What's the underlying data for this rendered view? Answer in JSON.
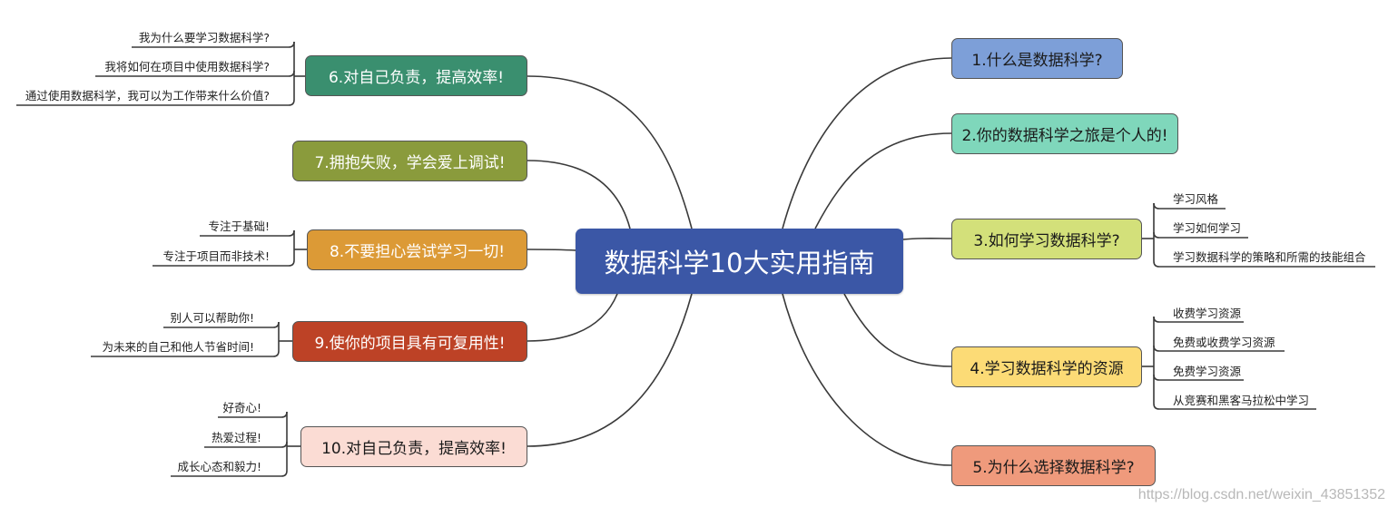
{
  "central": {
    "label": "数据科学10大实用指南",
    "color": "#3b57a6"
  },
  "branches": [
    {
      "id": "b1",
      "label": "1.什么是数据科学?",
      "color": "#7d9fd8",
      "children": []
    },
    {
      "id": "b2",
      "label": "2.你的数据科学之旅是个人的!",
      "color": "#7fd7bb",
      "children": []
    },
    {
      "id": "b3",
      "label": "3.如何学习数据科学?",
      "color": "#d3e07a",
      "children": [
        "学习风格",
        "学习如何学习",
        "学习数据科学的策略和所需的技能组合"
      ]
    },
    {
      "id": "b4",
      "label": "4.学习数据科学的资源",
      "color": "#fcdb76",
      "children": [
        "收费学习资源",
        "免费或收费学习资源",
        "免费学习资源",
        "从竞赛和黑客马拉松中学习"
      ]
    },
    {
      "id": "b5",
      "label": "5.为什么选择数据科学?",
      "color": "#ef9a7c",
      "children": []
    },
    {
      "id": "b6",
      "label": "6.对自己负责，提高效率!",
      "color": "#3a8f6f",
      "children": [
        "我为什么要学习数据科学?",
        "我将如何在项目中使用数据科学?",
        "通过使用数据科学，我可以为工作带来什么价值?"
      ]
    },
    {
      "id": "b7",
      "label": "7.拥抱失败，学会爱上调试!",
      "color": "#8a9b3c",
      "children": []
    },
    {
      "id": "b8",
      "label": "8.不要担心尝试学习一切!",
      "color": "#dc9a36",
      "children": [
        "专注于基础!",
        "专注于项目而非技术!"
      ]
    },
    {
      "id": "b9",
      "label": "9.使你的项目具有可复用性!",
      "color": "#bd4226",
      "children": [
        "别人可以帮助你!",
        "为未来的自己和他人节省时间!"
      ]
    },
    {
      "id": "b10",
      "label": "10.对自己负责，提高效率!",
      "color": "#fbdcd4",
      "children": [
        "好奇心!",
        "热爱过程!",
        "成长心态和毅力!"
      ]
    }
  ],
  "watermark": "https://blog.csdn.net/weixin_43851352"
}
